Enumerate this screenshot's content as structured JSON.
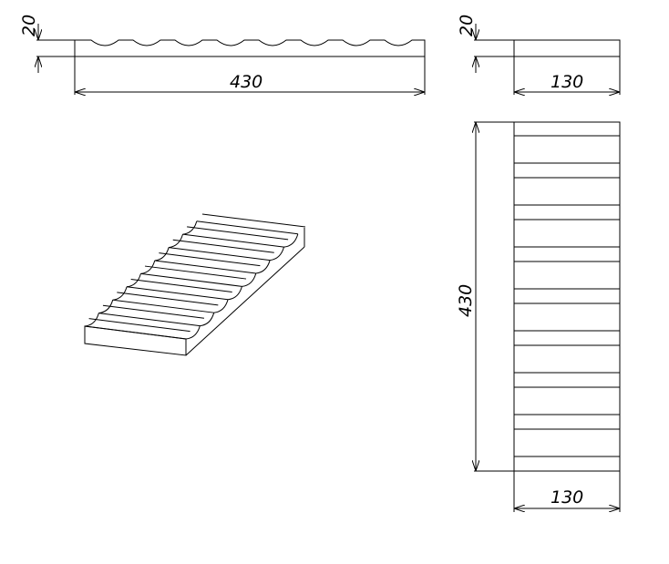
{
  "drawing": {
    "front_view": {
      "height_dim": "20",
      "length_dim": "430",
      "groove_count": 8
    },
    "side_view": {
      "height_dim": "20",
      "width_dim": "130"
    },
    "plan_view": {
      "length_dim": "430",
      "width_dim": "130",
      "groove_count": 8
    },
    "colors": {
      "line": "#000000",
      "background": "#ffffff"
    }
  }
}
